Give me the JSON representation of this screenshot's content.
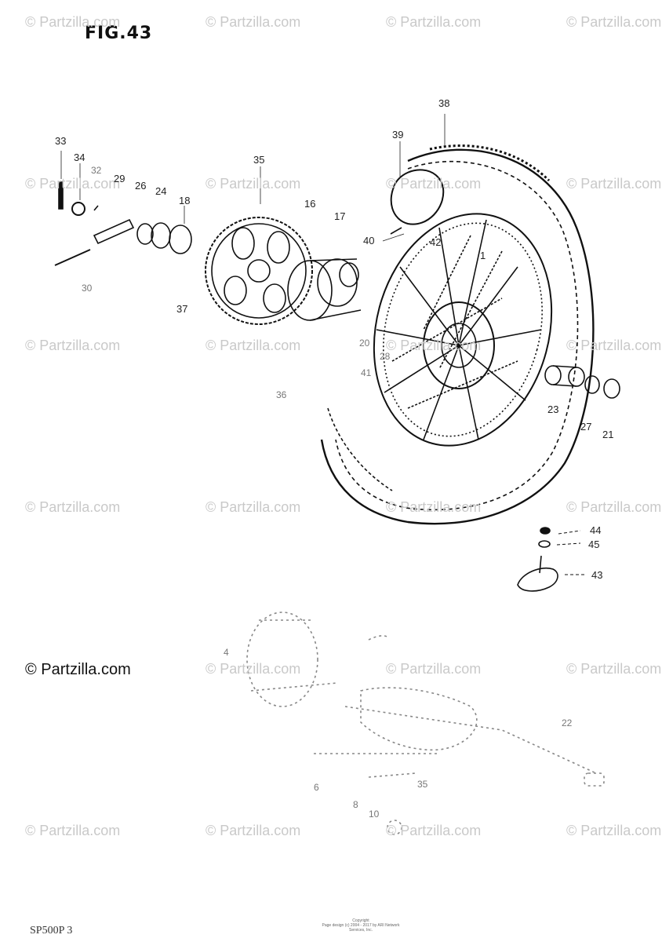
{
  "figure": {
    "title": "FIG.43"
  },
  "watermark": {
    "text": "© Partzilla.com",
    "color": "#c9c9c9"
  },
  "main_copyright": "© Partzilla.com",
  "callouts": [
    "1",
    "16",
    "17",
    "18",
    "20",
    "21",
    "22",
    "23",
    "24",
    "26",
    "27",
    "28",
    "29",
    "30",
    "32",
    "33",
    "34",
    "35",
    "36",
    "37",
    "38",
    "39",
    "40",
    "41",
    "42",
    "43",
    "44",
    "45",
    "4",
    "6",
    "8",
    "10",
    "35"
  ],
  "footer": {
    "code": "SP500P 3",
    "copyright_line1": "Copyright",
    "copyright_line2": "Page design (c) 2004 - 2017 by ARI Network Services, Inc."
  }
}
